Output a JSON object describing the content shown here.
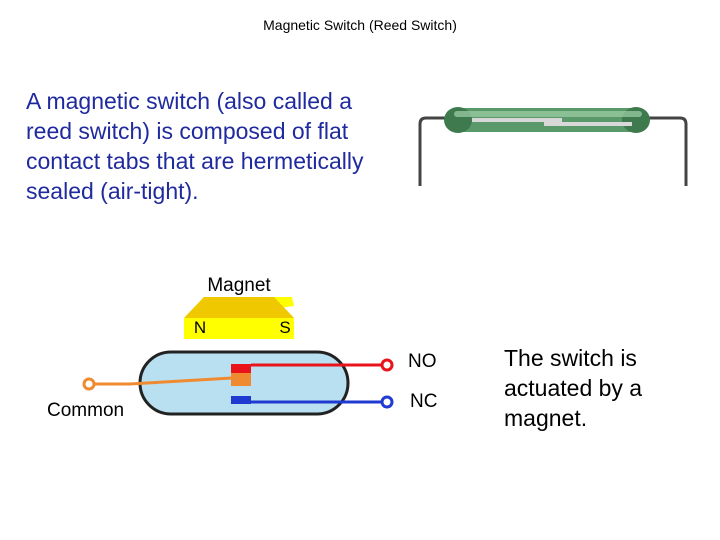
{
  "slide": {
    "title": "Magnetic Switch (Reed Switch)",
    "intro_text": "A magnetic switch (also called a reed switch) is composed of flat contact tabs that are hermetically sealed (air-tight).",
    "side_text": "The switch is actuated by a magnet."
  },
  "diagram": {
    "magnet_label": "Magnet",
    "north_label": "N",
    "south_label": "S",
    "no_label": "NO",
    "nc_label": "NC",
    "common_label": "Common",
    "colors": {
      "magnet": "#ffff00",
      "tube": "#b8e0f0",
      "common_wire": "#f08a30",
      "no_wire": "#e8141a",
      "nc_wire": "#1f3ad0",
      "photo_glass": "#5a9a6a"
    }
  }
}
